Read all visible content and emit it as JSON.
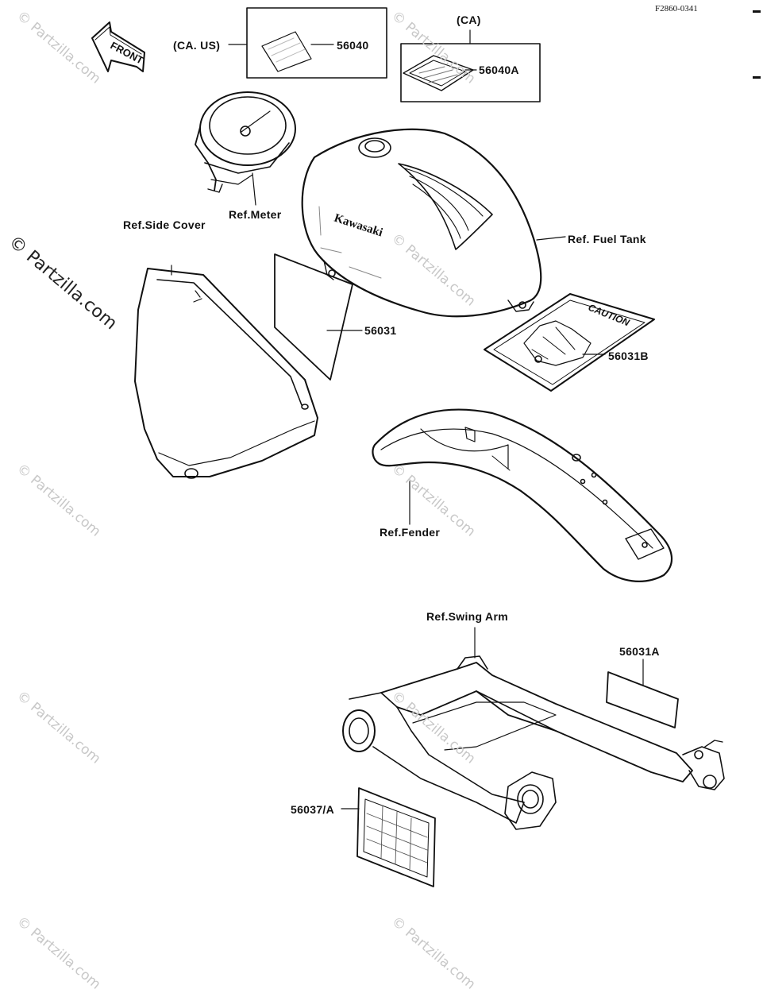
{
  "diagram_code": "F2860-0341",
  "front_arrow_label": "FRONT",
  "watermark_text": "© Partzilla.com",
  "labels": {
    "ca_us": "(CA. US)",
    "ca": "(CA)",
    "p56040": "56040",
    "p56040A": "56040A",
    "ref_meter": "Ref.Meter",
    "ref_side_cover": "Ref.Side Cover",
    "ref_fuel_tank": "Ref. Fuel Tank",
    "p56031": "56031",
    "p56031B": "56031B",
    "ref_fender": "Ref.Fender",
    "ref_swing_arm": "Ref.Swing Arm",
    "p56031A": "56031A",
    "p56037A": "56037/A"
  },
  "tank_logo_text": "Kawasaki",
  "caution_text": "CAUTION"
}
